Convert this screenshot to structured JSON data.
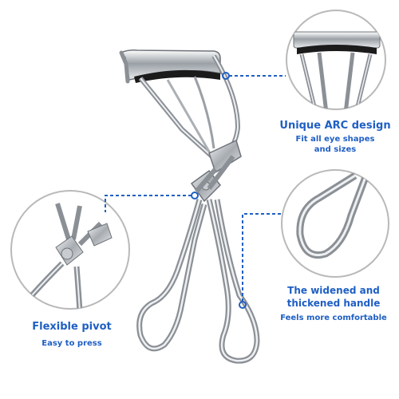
{
  "features": [
    {
      "title": "Unique ARC design",
      "subtitle_line1": "Fit all eye shapes",
      "subtitle_line2": "and sizes"
    },
    {
      "title": "Flexible pivot",
      "subtitle_line1": "Easy to press"
    },
    {
      "title": "The widened and",
      "title_line2": "thickened handle",
      "subtitle_line1": "Feels more comfortable"
    }
  ],
  "colors": {
    "accent": "#1f5fc4",
    "circle_border": "#b9b9b9",
    "dashed_line": "#1f5fc4",
    "metal_dark": "#7d8288",
    "metal_light": "#dfe2e5"
  }
}
